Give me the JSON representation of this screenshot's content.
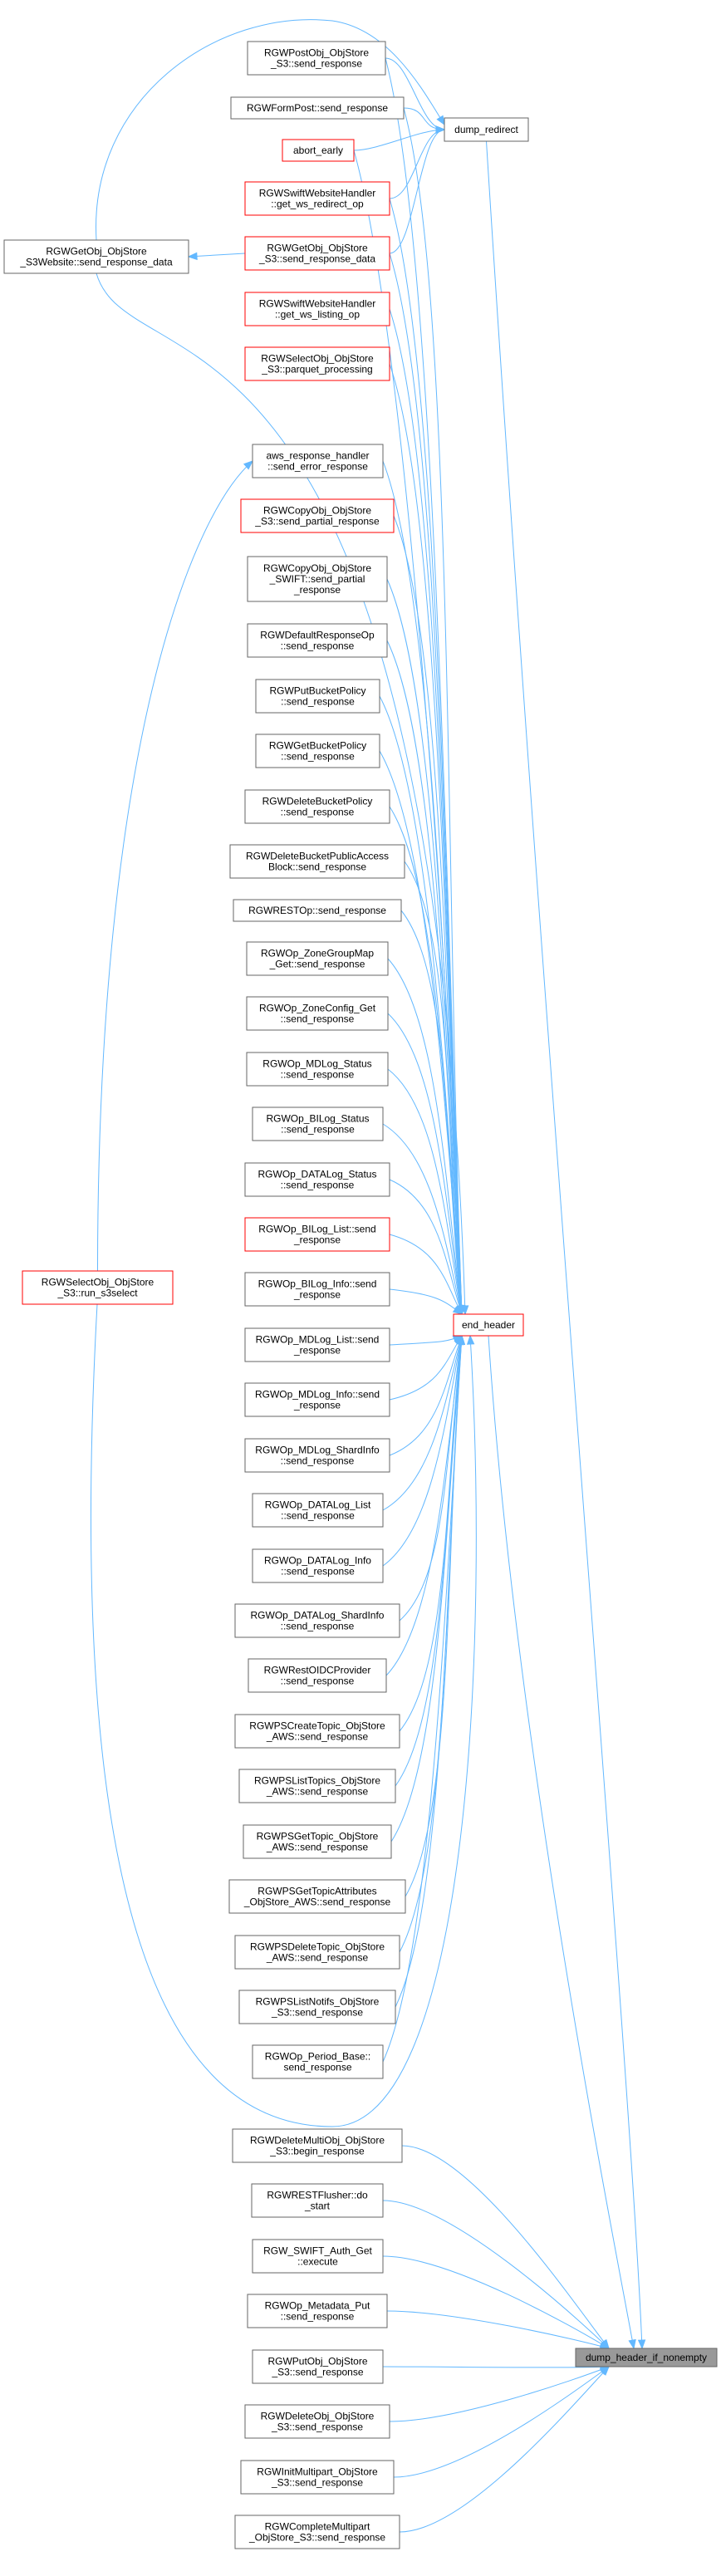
{
  "colors": {
    "edge": "#63b8ff",
    "node_border": "#666666",
    "highlight_border": "#ff0000",
    "target_fill": "#999999",
    "background": "#ffffff"
  },
  "nodes": [
    {
      "id": "dump_header_if_nonempty",
      "lines": [
        "dump_header_if_nonempty"
      ],
      "style": "target"
    },
    {
      "id": "end_header",
      "lines": [
        "end_header"
      ],
      "style": "red"
    },
    {
      "id": "dump_redirect",
      "lines": [
        "dump_redirect"
      ],
      "style": "normal"
    },
    {
      "id": "post_s3",
      "lines": [
        "RGWPostObj_ObjStore",
        "_S3::send_response"
      ],
      "style": "normal"
    },
    {
      "id": "formpost",
      "lines": [
        "RGWFormPost::send_response"
      ],
      "style": "normal"
    },
    {
      "id": "abort_early",
      "lines": [
        "abort_early"
      ],
      "style": "red"
    },
    {
      "id": "swift_redirect",
      "lines": [
        "RGWSwiftWebsiteHandler",
        "::get_ws_redirect_op"
      ],
      "style": "red"
    },
    {
      "id": "get_s3",
      "lines": [
        "RGWGetObj_ObjStore",
        "_S3::send_response_data"
      ],
      "style": "red"
    },
    {
      "id": "get_s3web",
      "lines": [
        "RGWGetObj_ObjStore",
        "_S3Website::send_response_data"
      ],
      "style": "normal"
    },
    {
      "id": "swift_listing",
      "lines": [
        "RGWSwiftWebsiteHandler",
        "::get_ws_listing_op"
      ],
      "style": "red"
    },
    {
      "id": "select_parquet",
      "lines": [
        "RGWSelectObj_ObjStore",
        "_S3::parquet_processing"
      ],
      "style": "red"
    },
    {
      "id": "aws_handler",
      "lines": [
        "aws_response_handler",
        "::send_error_response"
      ],
      "style": "normal"
    },
    {
      "id": "select_run",
      "lines": [
        "RGWSelectObj_ObjStore",
        "_S3::run_s3select"
      ],
      "style": "red"
    },
    {
      "id": "copy_s3",
      "lines": [
        "RGWCopyObj_ObjStore",
        "_S3::send_partial_response"
      ],
      "style": "red"
    },
    {
      "id": "copy_swift",
      "lines": [
        "RGWCopyObj_ObjStore",
        "_SWIFT::send_partial",
        "_response"
      ],
      "style": "normal"
    },
    {
      "id": "default_op",
      "lines": [
        "RGWDefaultResponseOp",
        "::send_response"
      ],
      "style": "normal"
    },
    {
      "id": "put_policy",
      "lines": [
        "RGWPutBucketPolicy",
        "::send_response"
      ],
      "style": "normal"
    },
    {
      "id": "get_policy",
      "lines": [
        "RGWGetBucketPolicy",
        "::send_response"
      ],
      "style": "normal"
    },
    {
      "id": "del_policy",
      "lines": [
        "RGWDeleteBucketPolicy",
        "::send_response"
      ],
      "style": "normal"
    },
    {
      "id": "del_pab",
      "lines": [
        "RGWDeleteBucketPublicAccess",
        "Block::send_response"
      ],
      "style": "normal"
    },
    {
      "id": "restop",
      "lines": [
        "RGWRESTOp::send_response"
      ],
      "style": "normal"
    },
    {
      "id": "zonegroup",
      "lines": [
        "RGWOp_ZoneGroupMap",
        "_Get::send_response"
      ],
      "style": "normal"
    },
    {
      "id": "zoneconfig",
      "lines": [
        "RGWOp_ZoneConfig_Get",
        "::send_response"
      ],
      "style": "normal"
    },
    {
      "id": "mdlog_status",
      "lines": [
        "RGWOp_MDLog_Status",
        "::send_response"
      ],
      "style": "normal"
    },
    {
      "id": "bilog_status",
      "lines": [
        "RGWOp_BILog_Status",
        "::send_response"
      ],
      "style": "normal"
    },
    {
      "id": "datalog_status",
      "lines": [
        "RGWOp_DATALog_Status",
        "::send_response"
      ],
      "style": "normal"
    },
    {
      "id": "bilog_list",
      "lines": [
        "RGWOp_BILog_List::send",
        "_response"
      ],
      "style": "red"
    },
    {
      "id": "bilog_info",
      "lines": [
        "RGWOp_BILog_Info::send",
        "_response"
      ],
      "style": "normal"
    },
    {
      "id": "mdlog_list",
      "lines": [
        "RGWOp_MDLog_List::send",
        "_response"
      ],
      "style": "normal"
    },
    {
      "id": "mdlog_info",
      "lines": [
        "RGWOp_MDLog_Info::send",
        "_response"
      ],
      "style": "normal"
    },
    {
      "id": "mdlog_shard",
      "lines": [
        "RGWOp_MDLog_ShardInfo",
        "::send_response"
      ],
      "style": "normal"
    },
    {
      "id": "datalog_list",
      "lines": [
        "RGWOp_DATALog_List",
        "::send_response"
      ],
      "style": "normal"
    },
    {
      "id": "datalog_info",
      "lines": [
        "RGWOp_DATALog_Info",
        "::send_response"
      ],
      "style": "normal"
    },
    {
      "id": "datalog_shard",
      "lines": [
        "RGWOp_DATALog_ShardInfo",
        "::send_response"
      ],
      "style": "normal"
    },
    {
      "id": "oidc",
      "lines": [
        "RGWRestOIDCProvider",
        "::send_response"
      ],
      "style": "normal"
    },
    {
      "id": "ps_create",
      "lines": [
        "RGWPSCreateTopic_ObjStore",
        "_AWS::send_response"
      ],
      "style": "normal"
    },
    {
      "id": "ps_list",
      "lines": [
        "RGWPSListTopics_ObjStore",
        "_AWS::send_response"
      ],
      "style": "normal"
    },
    {
      "id": "ps_get",
      "lines": [
        "RGWPSGetTopic_ObjStore",
        "_AWS::send_response"
      ],
      "style": "normal"
    },
    {
      "id": "ps_getattr",
      "lines": [
        "RGWPSGetTopicAttributes",
        "_ObjStore_AWS::send_response"
      ],
      "style": "normal"
    },
    {
      "id": "ps_delete",
      "lines": [
        "RGWPSDeleteTopic_ObjStore",
        "_AWS::send_response"
      ],
      "style": "normal"
    },
    {
      "id": "ps_notifs",
      "lines": [
        "RGWPSListNotifs_ObjStore",
        "_S3::send_response"
      ],
      "style": "normal"
    },
    {
      "id": "period",
      "lines": [
        "RGWOp_Period_Base::",
        "send_response"
      ],
      "style": "normal"
    },
    {
      "id": "multidel",
      "lines": [
        "RGWDeleteMultiObj_ObjStore",
        "_S3::begin_response"
      ],
      "style": "normal"
    },
    {
      "id": "flusher",
      "lines": [
        "RGWRESTFlusher::do",
        "_start"
      ],
      "style": "normal"
    },
    {
      "id": "swift_auth",
      "lines": [
        "RGW_SWIFT_Auth_Get",
        "::execute"
      ],
      "style": "normal"
    },
    {
      "id": "metadata_put",
      "lines": [
        "RGWOp_Metadata_Put",
        "::send_response"
      ],
      "style": "normal"
    },
    {
      "id": "put_s3",
      "lines": [
        "RGWPutObj_ObjStore",
        "_S3::send_response"
      ],
      "style": "normal"
    },
    {
      "id": "del_s3",
      "lines": [
        "RGWDeleteObj_ObjStore",
        "_S3::send_response"
      ],
      "style": "normal"
    },
    {
      "id": "init_mp",
      "lines": [
        "RGWInitMultipart_ObjStore",
        "_S3::send_response"
      ],
      "style": "normal"
    },
    {
      "id": "complete_mp",
      "lines": [
        "RGWCompleteMultipart",
        "_ObjStore_S3::send_response"
      ],
      "style": "normal"
    }
  ]
}
